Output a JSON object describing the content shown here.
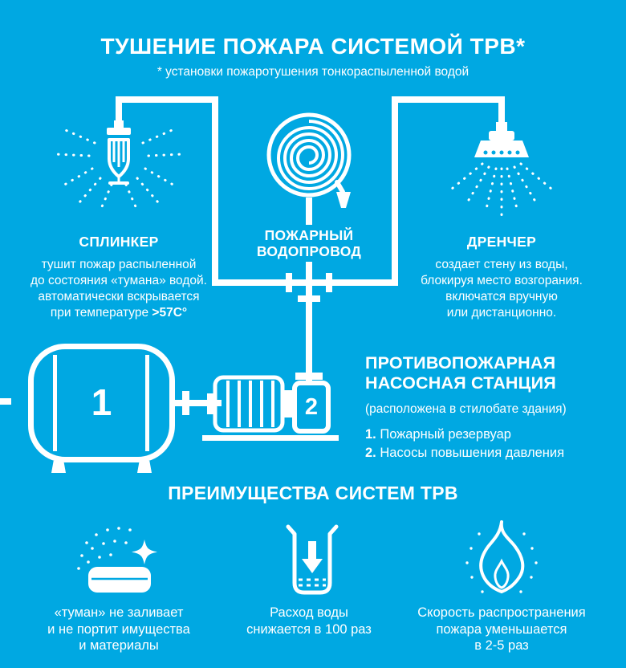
{
  "colors": {
    "background": "#00a8e2",
    "foreground": "#ffffff"
  },
  "header": {
    "title": "ТУШЕНИЕ ПОЖАРА СИСТЕМОЙ ТРВ*",
    "subtitle": "* установки пожаротушения тонкораспыленной водой"
  },
  "system": {
    "sprinkler": {
      "label": "СПЛИНКЕР",
      "desc": [
        "тушит пожар распыленной",
        "до состояния «тумана» водой.",
        "автоматически вскрывается"
      ],
      "desc_last_prefix": "при температуре",
      "desc_last_bold": ">57C°"
    },
    "water_main": {
      "label": [
        "ПОЖАРНЫЙ",
        "ВОДОПРОВОД"
      ]
    },
    "drencher": {
      "label": "ДРЕНЧЕР",
      "desc": [
        "создает стену из воды,",
        "блокируя место возгорания.",
        "включатся вручную",
        "или дистанционно."
      ]
    }
  },
  "pump_station": {
    "tank_number": "1",
    "pump_number": "2",
    "title": [
      "ПРОТИВОПОЖАРНАЯ",
      "НАСОСНАЯ СТАНЦИЯ"
    ],
    "location": "(расположена в стилобате здания)",
    "items": [
      {
        "num": "1.",
        "text": "Пожарный резервуар"
      },
      {
        "num": "2.",
        "text": "Насосы повышения давления"
      }
    ]
  },
  "benefits": {
    "title": "ПРЕИМУЩЕСТВА СИСТЕМ ТРВ",
    "items": [
      {
        "icon": "mist-furniture-icon",
        "lines": [
          "«туман» не заливает",
          "и не портит имущества",
          "и материалы"
        ]
      },
      {
        "icon": "beaker-icon",
        "lines": [
          "Расход воды",
          "снижается в 100 раз"
        ]
      },
      {
        "icon": "flame-icon",
        "lines": [
          "Скорость распространения",
          "пожара уменьшается",
          "в 2-5 раз"
        ]
      }
    ]
  }
}
